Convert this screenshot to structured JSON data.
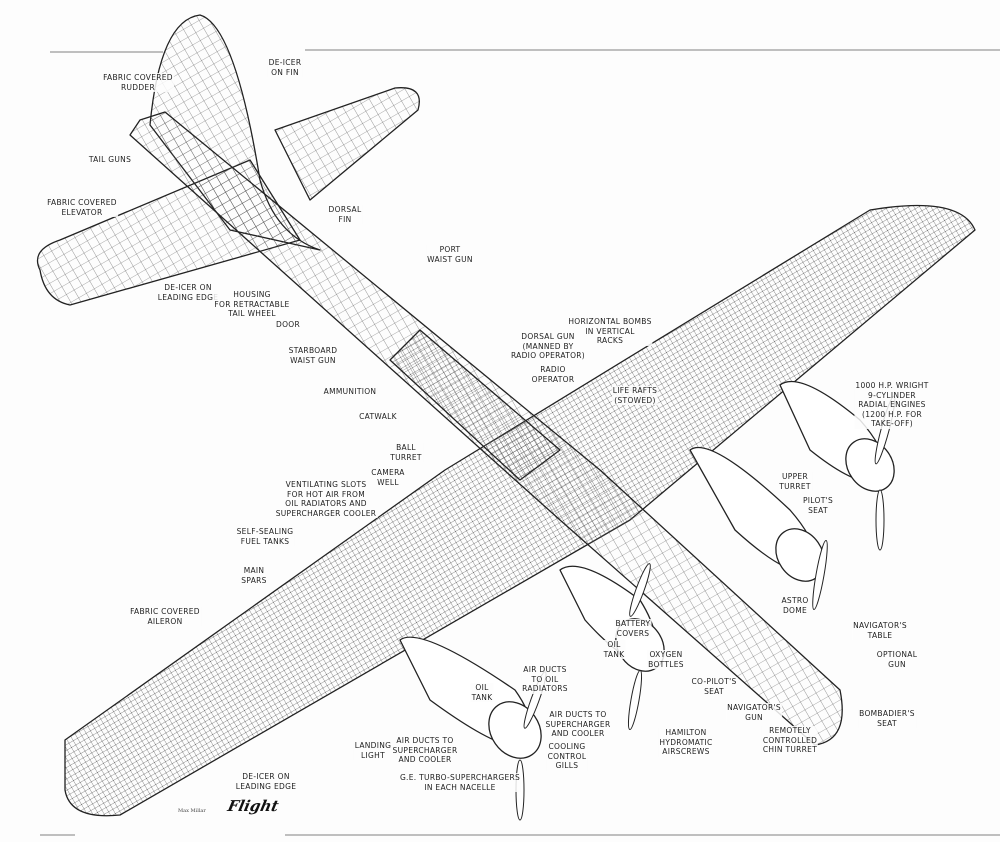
{
  "labels": [
    "Fabric covered\nrudder",
    "De-icer\non fin",
    "Tail guns",
    "Fabric covered\nelevator",
    "Dorsal\nfin",
    "Port\nwaist gun",
    "De-icer on\nleading edge",
    "Housing\nfor retractable\ntail wheel",
    "Door",
    "Starboard\nwaist gun",
    "Ammunition",
    "Catwalk",
    "Ball\nturret",
    "Camera\nwell",
    "Horizontal bombs\nin vertical\nracks",
    "Dorsal gun\n(manned by\nradio operator)",
    "Radio\noperator",
    "Life rafts\n(stowed)",
    "1000 H.P. Wright\n9-cylinder\nradial engines\n(1200 H.P. for\ntake-off)",
    "Upper\nturret",
    "Pilot's\nseat",
    "Ventilating slots\nfor hot air from\noil radiators and\nsupercharger cooler",
    "Self-sealing\nfuel tanks",
    "Main\nspars",
    "Fabric covered\naileron",
    "Astro\ndome",
    "Battery\ncovers",
    "Navigator's\ntable",
    "Oil\ntank",
    "Optional\ngun",
    "Oxygen\nbottles",
    "Air ducts\nto oil\nradiators",
    "Co-pilot's\nseat",
    "Oil\ntank",
    "Navigator's\ngun",
    "Bombadier's\nseat",
    "Air ducts to\nsupercharger\nand cooler",
    "Remotely\ncontrolled\nchin turret",
    "Hamilton\nhydromatic\nairscrews",
    "Landing\nlight",
    "Air ducts to\nsupercharger\nand cooler",
    "Cooling\ncontrol\ngills",
    "De-icer on\nleading edge",
    "G.E. turbo-superchargers\nin each nacelle"
  ],
  "logo": "Flight",
  "signature": "Max Millar"
}
